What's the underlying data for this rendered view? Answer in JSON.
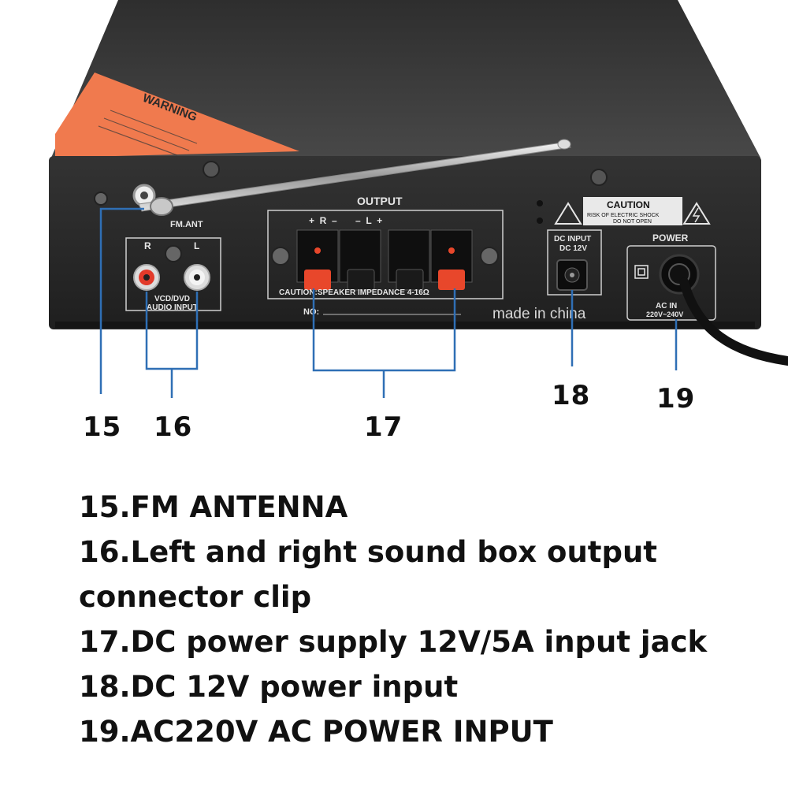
{
  "device": {
    "warning_label": "WARNING",
    "output_heading": "OUTPUT",
    "output_polarity": "+  R  –       –  L  +",
    "caution_speaker": "CAUTION:SPEAKER IMPEDANCE 4-16Ω",
    "serial_no_label": "NO:",
    "fm_ant_label": "FM.ANT",
    "audio_input_label_1": "VCD/DVD",
    "audio_input_label_2": "AUDIO INPUT",
    "channel_r": "R",
    "channel_l": "L",
    "dc_input_label_1": "DC INPUT",
    "dc_input_label_2": "DC 12V",
    "caution_title": "CAUTION",
    "caution_line_1": "RISK OF ELECTRIC SHOCK",
    "caution_line_2": "DO NOT OPEN",
    "power_label": "POWER",
    "ac_in_label": "AC IN",
    "ac_range_label": "220V~240V",
    "made_in": "made in china"
  },
  "callouts": {
    "c15": "15",
    "c16": "16",
    "c17": "17",
    "c18": "18",
    "c19": "19"
  },
  "legend": [
    "15.FM ANTENNA",
    "16.Left and right sound box output",
    "connector clip",
    "17.DC power supply 12V/5A input jack",
    "18.DC 12V power input",
    "19.AC220V AC POWER INPUT"
  ],
  "colors": {
    "chassis_top": "#3b3b3b",
    "panel": "#2a2a2a",
    "warning_sticker": "#f07a4e",
    "leader_line": "#2f6fb5",
    "speaker_clip": "#e8472b",
    "panel_text": "#e6e6e6"
  }
}
